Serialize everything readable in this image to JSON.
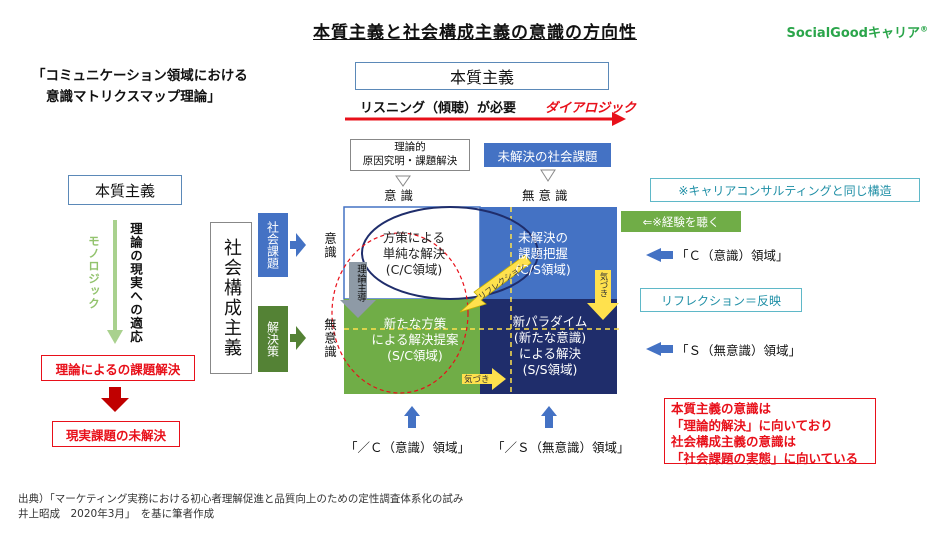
{
  "title": "本質主義と社会構成主義の意識の方向性",
  "brand": "SocialGoodキャリア",
  "brand_mark": "®",
  "subtitle_line1": "「コミュニケーション領域における",
  "subtitle_line2": "意識マトリクスマップ理論」",
  "top_box": "本質主義",
  "listening": "リスニング（傾聴）が必要",
  "dialogic": "ダイアロジック",
  "theory_box_line1": "理論的",
  "theory_box_line2": "原因究明・課題解決",
  "unresolved_social": "未解決の社会課題",
  "col_conscious": "意 識",
  "col_unconscious": "無 意 識",
  "left_honshitsu": "本質主義",
  "monologic": "モノロジック",
  "theory_adapt": "理論の現実への適応",
  "theory_solution": "理論によるの課題解決",
  "reality_unresolved": "現実課題の未解決",
  "social_constructionism": "社会構成主義",
  "tag_social_issue": "社会課題",
  "tag_solution": "解決策",
  "row_conscious": "意識",
  "row_unconscious": "無意識",
  "theory_led": "理論主導",
  "q_cc_line1": "方策による",
  "q_cc_line2": "単純な解決",
  "q_cc_line3": "(C/C領域)",
  "q_cs_line1": "未解決の",
  "q_cs_line2": "課題把握",
  "q_cs_line3": "(C/S領域)",
  "q_sc_line1": "新たな方策",
  "q_sc_line2": "による解決提案",
  "q_sc_line3": "(S/C領域)",
  "q_ss_line1": "新パラダイム",
  "q_ss_line2": "(新たな意識)",
  "q_ss_line3": "による解決",
  "q_ss_line4": "(S/S領域)",
  "reflection_tag": "リフレクション",
  "awareness1": "気づき",
  "awareness2": "気づき",
  "career_note": "※キャリアコンサルティングと同じ構造",
  "experience": "⇐※経験を聴く",
  "c_domain": "「Ｃ（意識）領域」",
  "reflection": "リフレクション＝反映",
  "s_domain": "「Ｓ（無意識）領域」",
  "bottom_c": "「／Ｃ（意識）領域」",
  "bottom_s": "「／Ｓ（無意識）領域」",
  "conclusion_line1": "本質主義の意識は",
  "conclusion_line2": "「理論的解決」に向いており",
  "conclusion_line3": "社会構成主義の意識は",
  "conclusion_line4": "「社会課題の実態」に向いている",
  "source_line1": "出典）「マーケティング実務における初心者理解促進と品質向上のための定性調査体系化の試み",
  "source_line2": "井上昭成　2020年3月」　を基に筆者作成",
  "colors": {
    "blue": "#4472c4",
    "dark_navy": "#1f2d6b",
    "green": "#70ad47",
    "dark_green": "#548235",
    "red": "#e8101a",
    "yellow": "#ffe14d"
  }
}
